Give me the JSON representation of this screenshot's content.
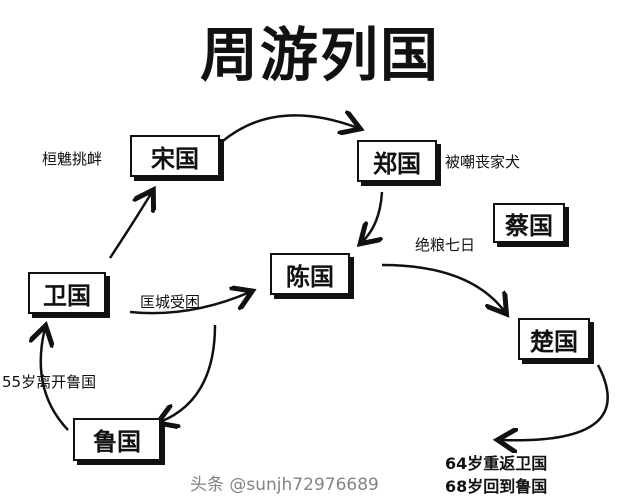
{
  "title": "周游列国",
  "states": {
    "song": "宋国",
    "zheng": "郑国",
    "cai": "蔡国",
    "chen": "陈国",
    "wei": "卫国",
    "chu": "楚国",
    "lu": "鲁国"
  },
  "events": {
    "song": "桓魋挑衅",
    "zheng": "被嘲丧家犬",
    "cai": "绝粮七日",
    "kuang": "匡城受困",
    "leave_lu": "55岁离开鲁国",
    "return_wei": "64岁重返卫国",
    "return_lu": "68岁回到鲁国"
  },
  "watermark": "头条 @sunjh72976689"
}
